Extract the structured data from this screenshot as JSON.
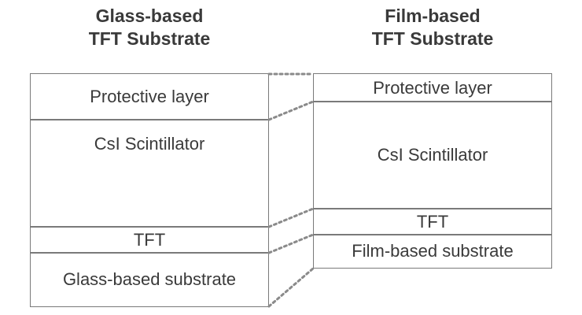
{
  "glass": {
    "title_line1": "Glass-based",
    "title_line2": "TFT Substrate",
    "layers": {
      "protective": "Protective layer",
      "scintillator": "CsI Scintillator",
      "tft": "TFT",
      "substrate": "Glass-based substrate"
    }
  },
  "film": {
    "title_line1": "Film-based",
    "title_line2": "TFT Substrate",
    "layers": {
      "protective": "Protective layer",
      "scintillator": "CsI Scintillator",
      "tft": "TFT",
      "substrate": "Film-based substrate"
    }
  },
  "colors": {
    "text": "#3a3a3a",
    "border": "#7a7a7a",
    "connector": "#8a8a8a"
  }
}
